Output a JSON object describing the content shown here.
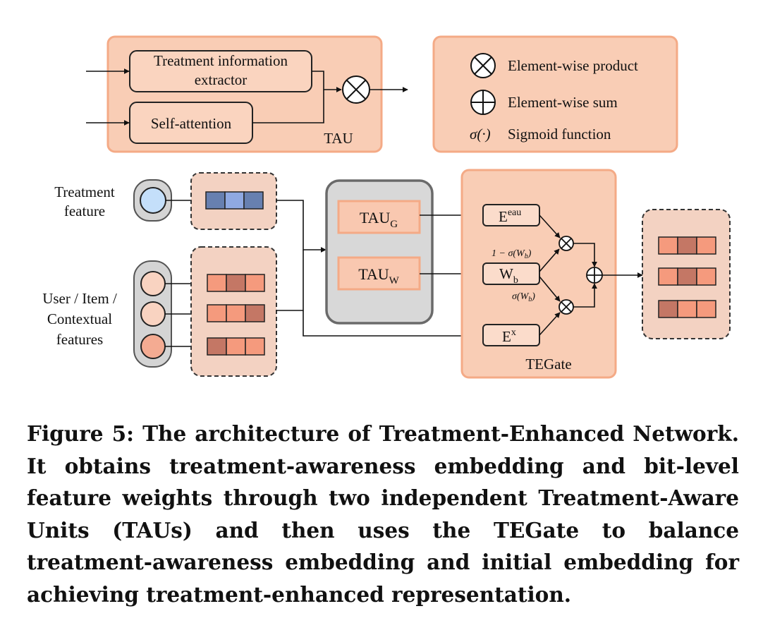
{
  "tau_legend": {
    "treatment_extractor_line1": "Treatment information",
    "treatment_extractor_line2": "extractor",
    "self_attention": "Self-attention",
    "tau_label": "TAU"
  },
  "symbols_legend": {
    "product": "Element-wise product",
    "sum": "Element-wise sum",
    "sigmoid_symbol": "σ(·)",
    "sigmoid": "Sigmoid function"
  },
  "inputs": {
    "treatment_line1": "Treatment",
    "treatment_line2": "feature",
    "user_line1": "User / Item /",
    "user_line2": "Contextual",
    "user_line3": "features"
  },
  "tau_block": {
    "tau_g": "TAU",
    "tau_g_sub": "G",
    "tau_w": "TAU",
    "tau_w_sub": "W"
  },
  "tegate": {
    "e_eau": "E",
    "e_eau_sup": "eau",
    "w_b": "W",
    "w_b_sub": "b",
    "e_x": "E",
    "e_x_sup": "x",
    "one_minus_sigma": "1 − σ(W",
    "sigma": "σ(W",
    "b_sub": "b",
    "close_paren": ")",
    "label": "TEGate"
  },
  "colors": {
    "panel_fill": "#f9cdb5",
    "panel_stroke": "#f4aa86",
    "box_fill": "#fad4bf",
    "gray_fill": "#d8d8d8",
    "gray_stroke": "#6a6a6a",
    "blue_dark": "#6780b0",
    "blue_light": "#8fa9e2",
    "blue_circle": "#c4dffa",
    "salmon": "#f59a7d",
    "salmon_dark": "#c47765",
    "circle_fill": "#f9d3c1",
    "circle_dark": "#f4ab92"
  },
  "caption": "Figure 5: The architecture of Treatment-Enhanced Network. It obtains treatment-awareness embedding and bit-level feature weights through two independent Treatment-Aware Units (TAUs) and then uses the TEGate to balance treatment-awareness embedding and initial embedding for achieving treatment-enhanced representation."
}
